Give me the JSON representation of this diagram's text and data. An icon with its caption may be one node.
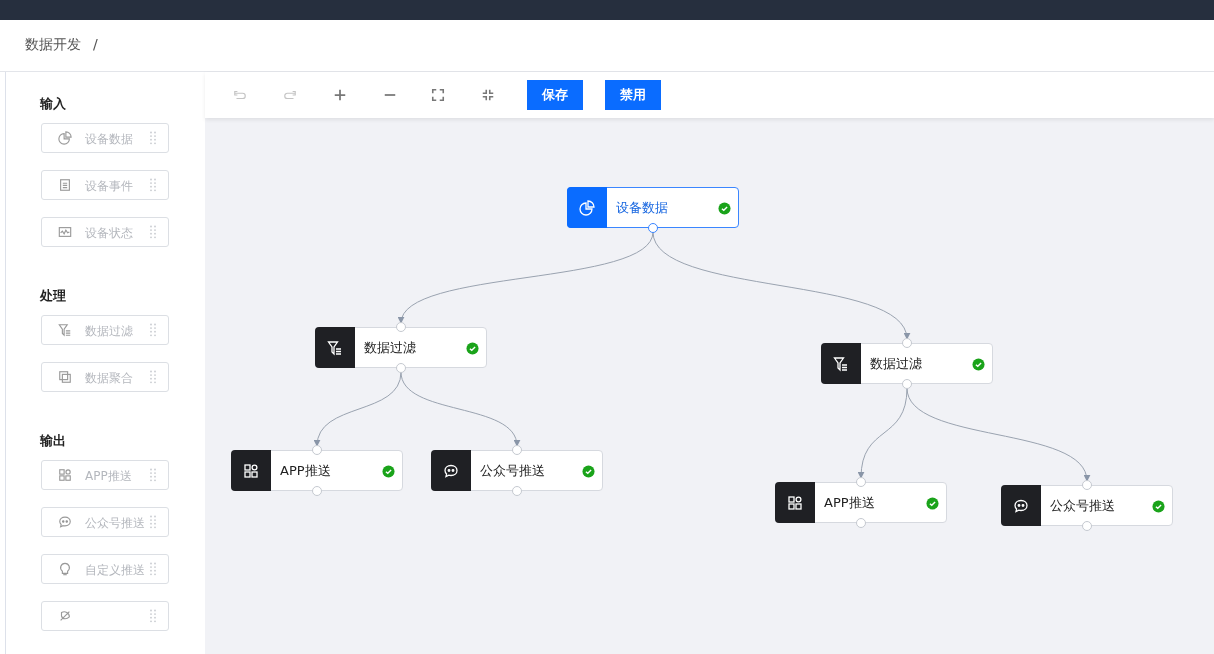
{
  "diagram": {
    "nodes": [
      {
        "text": [
          "设备数据"
        ]
      },
      {
        "text": [
          "数据过滤"
        ]
      },
      {
        "text": [
          "数据过滤"
        ]
      },
      {
        "text": [
          "APP推送"
        ]
      },
      {
        "text": [
          "公众号推送"
        ]
      },
      {
        "text": [
          "APP推送"
        ]
      },
      {
        "text": [
          "公众号推送"
        ]
      }
    ],
    "edges": [
      {
        "from": 0,
        "to": 1,
        "arrow": "to"
      },
      {
        "from": 0,
        "to": 2,
        "arrow": "to"
      },
      {
        "from": 1,
        "to": 3,
        "arrow": "to"
      },
      {
        "from": 1,
        "to": 4,
        "arrow": "to"
      },
      {
        "from": 2,
        "to": 5,
        "arrow": "to"
      },
      {
        "from": 2,
        "to": 6,
        "arrow": "to"
      }
    ],
    "labels": [
      "数据开发",
      "/",
      "保存",
      "禁用",
      "输入",
      "设备数据",
      "设备事件",
      "设备状态",
      "处理",
      "数据过滤",
      "数据聚合",
      "输出",
      "APP推送",
      "公众号推送",
      "自定义推送"
    ]
  }
}
